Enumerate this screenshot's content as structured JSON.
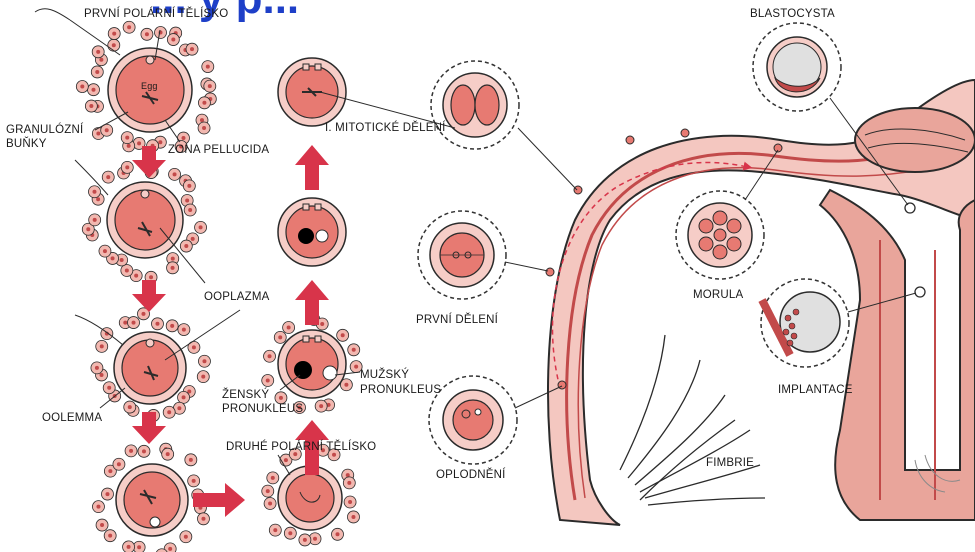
{
  "title": "... y p...",
  "labels": {
    "prvni_polarni_telisko": "PRVNÍ POLÁRNÍ TĚLÍSKO",
    "egg": "Egg",
    "granulozni_bunky_1": "GRANULÓZNÍ",
    "granulozni_bunky_2": "BUŇKY",
    "zona_pellucida": "ZONA PELLUCIDA",
    "ooplazma": "OOPLAZMA",
    "oolemma": "OOLEMMA",
    "mitoticke_deleni": "I. MITOTICKÉ DĚLENÍ",
    "zensky_pronukleus_1": "ŽENSKÝ",
    "zensky_pronukleus_2": "PRONUKLEUS",
    "muzsky_pronukleus_1": "MUŽSKÝ",
    "muzsky_pronukleus_2": "PRONUKLEUS",
    "druhe_polarni_telisko": "DRUHÉ POLÁRNÍ TĚLÍSKO",
    "prvni_deleni": "PRVNÍ DĚLENÍ",
    "oplodneni": "OPLODNĚNÍ",
    "morula": "MORULA",
    "blastocysta": "BLASTOCYSTA",
    "implantace": "IMPLANTACE",
    "fimbrie": "FIMBRIE"
  },
  "colors": {
    "title": "#1e3fc8",
    "arrow": "#d8344a",
    "egg_fill": "#e77a72",
    "zona_fill": "#f6cdc7",
    "cell_fill": "#f2b8b0",
    "tube_fill": "#e9a59b",
    "outline": "#2b2b2b"
  }
}
